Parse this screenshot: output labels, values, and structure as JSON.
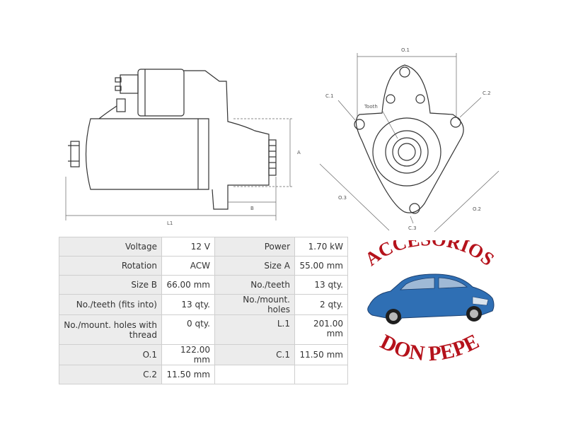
{
  "diagram": {
    "labels": {
      "a": "A",
      "b": "B",
      "l1": "L1",
      "o1": "O.1",
      "o2": "O.2",
      "o3": "O.3",
      "c1": "C.1",
      "c2": "C.2",
      "c3": "C.3",
      "tooth": "Tooth"
    }
  },
  "specs": {
    "rows": [
      [
        {
          "label": "Voltage",
          "value": "12 V"
        },
        {
          "label": "Power",
          "value": "1.70 kW"
        }
      ],
      [
        {
          "label": "Rotation",
          "value": "ACW"
        },
        {
          "label": "Size A",
          "value": "55.00 mm"
        }
      ],
      [
        {
          "label": "Size B",
          "value": "66.00 mm"
        },
        {
          "label": "No./teeth",
          "value": "13 qty."
        }
      ],
      [
        {
          "label": "No./teeth (fits into)",
          "value": "13 qty."
        },
        {
          "label": "No./mount. holes",
          "value": "2 qty."
        }
      ],
      [
        {
          "label": "No./mount. holes with thread",
          "value": "0 qty."
        },
        {
          "label": "L.1",
          "value": "201.00 mm"
        }
      ],
      [
        {
          "label": "O.1",
          "value": "122.00 mm"
        },
        {
          "label": "C.1",
          "value": "11.50 mm"
        }
      ],
      [
        {
          "label": "C.2",
          "value": "11.50 mm"
        },
        {
          "label": "",
          "value": ""
        }
      ]
    ]
  },
  "logo": {
    "line1": "ACCESORIOS",
    "line2": "DON PEPE",
    "text_color": "#b5121b",
    "car_color": "#2f6fb4"
  }
}
